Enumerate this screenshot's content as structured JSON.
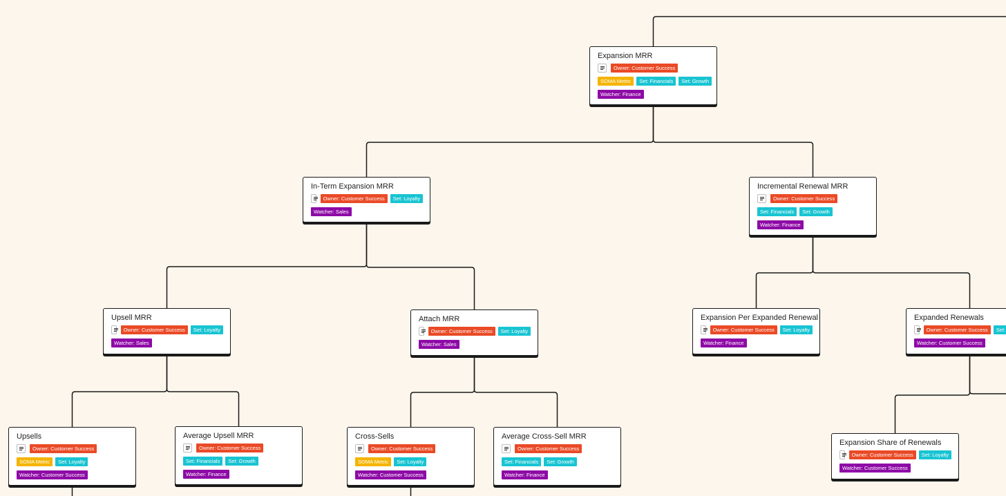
{
  "nodes": {
    "expansion_mrr": {
      "title": "Expansion MRR",
      "rows": [
        {
          "doc": true,
          "tags": [
            {
              "kind": "owner",
              "text": "Owner: Customer Success"
            }
          ]
        },
        {
          "tags": [
            {
              "kind": "soma",
              "text": "SOMA Metric"
            },
            {
              "kind": "set",
              "text": "Set: Financials"
            },
            {
              "kind": "set",
              "text": "Set: Growth"
            }
          ]
        },
        {
          "tags": [
            {
              "kind": "watcher",
              "text": "Watcher: Finance"
            }
          ]
        }
      ]
    },
    "in_term_expansion_mrr": {
      "title": "In-Term Expansion MRR",
      "rows": [
        {
          "doc": true,
          "tags": [
            {
              "kind": "owner",
              "text": "Owner: Customer Success"
            },
            {
              "kind": "set",
              "text": "Set: Loyalty"
            }
          ]
        },
        {
          "tags": [
            {
              "kind": "watcher",
              "text": "Watcher: Sales"
            }
          ]
        }
      ]
    },
    "incremental_renewal_mrr": {
      "title": "Incremental Renewal MRR",
      "rows": [
        {
          "doc": true,
          "tags": [
            {
              "kind": "owner",
              "text": "Owner: Customer Success"
            }
          ]
        },
        {
          "tags": [
            {
              "kind": "set",
              "text": "Set: Financials"
            },
            {
              "kind": "set",
              "text": "Set: Growth"
            }
          ]
        },
        {
          "tags": [
            {
              "kind": "watcher",
              "text": "Watcher: Finance"
            }
          ]
        }
      ]
    },
    "upsell_mrr": {
      "title": "Upsell MRR",
      "rows": [
        {
          "doc": true,
          "tags": [
            {
              "kind": "owner",
              "text": "Owner: Customer Success"
            },
            {
              "kind": "set",
              "text": "Set: Loyalty"
            }
          ]
        },
        {
          "tags": [
            {
              "kind": "watcher",
              "text": "Watcher: Sales"
            }
          ]
        }
      ]
    },
    "attach_mrr": {
      "title": "Attach MRR",
      "rows": [
        {
          "doc": true,
          "tags": [
            {
              "kind": "owner",
              "text": "Owner: Customer Success"
            },
            {
              "kind": "set",
              "text": "Set: Loyalty"
            }
          ]
        },
        {
          "tags": [
            {
              "kind": "watcher",
              "text": "Watcher: Sales"
            }
          ]
        }
      ]
    },
    "expansion_per_expanded_renewal": {
      "title": "Expansion Per Expanded Renewal",
      "rows": [
        {
          "doc": true,
          "tags": [
            {
              "kind": "owner",
              "text": "Owner: Customer Success"
            },
            {
              "kind": "set",
              "text": "Set: Loyalty"
            }
          ]
        },
        {
          "tags": [
            {
              "kind": "watcher",
              "text": "Watcher: Finance"
            }
          ]
        }
      ]
    },
    "expanded_renewals": {
      "title": "Expanded Renewals",
      "rows": [
        {
          "doc": true,
          "tags": [
            {
              "kind": "owner",
              "text": "Owner: Customer Success"
            },
            {
              "kind": "set",
              "text": "Set: Loyalty"
            }
          ]
        },
        {
          "tags": [
            {
              "kind": "watcher",
              "text": "Watcher: Customer Success"
            }
          ]
        }
      ]
    },
    "upsells": {
      "title": "Upsells",
      "rows": [
        {
          "doc": true,
          "tags": [
            {
              "kind": "owner",
              "text": "Owner: Customer Success"
            }
          ]
        },
        {
          "tags": [
            {
              "kind": "soma",
              "text": "SOMA Metric"
            },
            {
              "kind": "set",
              "text": "Set: Loyalty"
            }
          ]
        },
        {
          "tags": [
            {
              "kind": "watcher",
              "text": "Watcher: Customer Success"
            }
          ]
        }
      ]
    },
    "average_upsell_mrr": {
      "title": "Average Upsell MRR",
      "rows": [
        {
          "doc": true,
          "tags": [
            {
              "kind": "owner",
              "text": "Owner: Customer Success"
            }
          ]
        },
        {
          "tags": [
            {
              "kind": "set",
              "text": "Set: Financials"
            },
            {
              "kind": "set",
              "text": "Set: Growth"
            }
          ]
        },
        {
          "tags": [
            {
              "kind": "watcher",
              "text": "Watcher: Finance"
            }
          ]
        }
      ]
    },
    "cross_sells": {
      "title": "Cross-Sells",
      "rows": [
        {
          "doc": true,
          "tags": [
            {
              "kind": "owner",
              "text": "Owner: Customer Success"
            }
          ]
        },
        {
          "tags": [
            {
              "kind": "soma",
              "text": "SOMA Metric"
            },
            {
              "kind": "set",
              "text": "Set: Loyalty"
            }
          ]
        },
        {
          "tags": [
            {
              "kind": "watcher",
              "text": "Watcher: Customer Success"
            }
          ]
        }
      ]
    },
    "average_cross_sell_mrr": {
      "title": "Average Cross-Sell MRR",
      "rows": [
        {
          "doc": true,
          "tags": [
            {
              "kind": "owner",
              "text": "Owner: Customer Success"
            }
          ]
        },
        {
          "tags": [
            {
              "kind": "set",
              "text": "Set: Financials"
            },
            {
              "kind": "set",
              "text": "Set: Growth"
            }
          ]
        },
        {
          "tags": [
            {
              "kind": "watcher",
              "text": "Watcher: Finance"
            }
          ]
        }
      ]
    },
    "expansion_share_of_renewals": {
      "title": "Expansion Share of Renewals",
      "rows": [
        {
          "doc": true,
          "tags": [
            {
              "kind": "owner",
              "text": "Owner: Customer Success"
            },
            {
              "kind": "set",
              "text": "Set: Loyalty"
            }
          ]
        },
        {
          "tags": [
            {
              "kind": "watcher",
              "text": "Watcher: Customer Success"
            }
          ]
        }
      ]
    }
  },
  "edges": [
    [
      "expansion_mrr",
      "in_term_expansion_mrr"
    ],
    [
      "expansion_mrr",
      "incremental_renewal_mrr"
    ],
    [
      "in_term_expansion_mrr",
      "upsell_mrr"
    ],
    [
      "in_term_expansion_mrr",
      "attach_mrr"
    ],
    [
      "incremental_renewal_mrr",
      "expansion_per_expanded_renewal"
    ],
    [
      "incremental_renewal_mrr",
      "expanded_renewals"
    ],
    [
      "upsell_mrr",
      "upsells"
    ],
    [
      "upsell_mrr",
      "average_upsell_mrr"
    ],
    [
      "attach_mrr",
      "cross_sells"
    ],
    [
      "attach_mrr",
      "average_cross_sell_mrr"
    ],
    [
      "expanded_renewals",
      "expansion_share_of_renewals"
    ]
  ],
  "colors": {
    "background": "#fdf6ec",
    "owner": "#ea4a26",
    "set": "#18c4d2",
    "soma": "#f4b400",
    "watcher": "#8e0aa6"
  }
}
